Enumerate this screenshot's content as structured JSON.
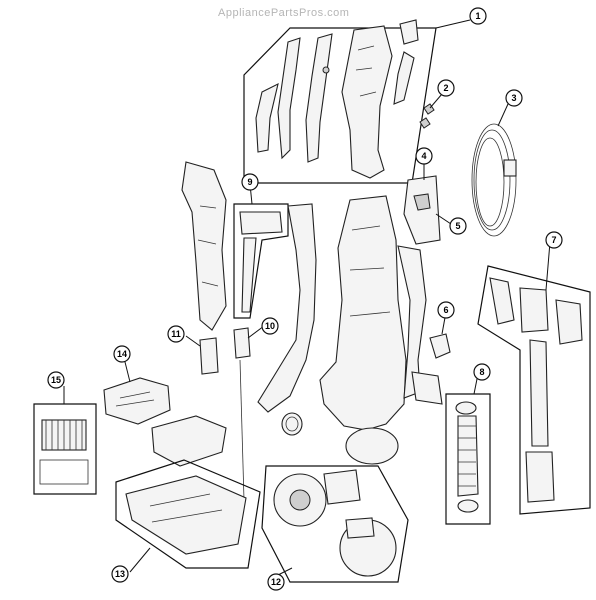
{
  "watermark": "AppliancePartsPros.com",
  "callouts": [
    {
      "id": "callout-1",
      "label": "1"
    },
    {
      "id": "callout-2",
      "label": "2"
    },
    {
      "id": "callout-3",
      "label": "3"
    },
    {
      "id": "callout-4",
      "label": "4"
    },
    {
      "id": "callout-5",
      "label": "5"
    },
    {
      "id": "callout-6",
      "label": "6"
    },
    {
      "id": "callout-7",
      "label": "7"
    },
    {
      "id": "callout-8",
      "label": "8"
    },
    {
      "id": "callout-9",
      "label": "9"
    },
    {
      "id": "callout-10",
      "label": "10"
    },
    {
      "id": "callout-11",
      "label": "11"
    },
    {
      "id": "callout-12",
      "label": "12"
    },
    {
      "id": "callout-13",
      "label": "13"
    },
    {
      "id": "callout-14",
      "label": "14"
    },
    {
      "id": "callout-15",
      "label": "15"
    }
  ]
}
